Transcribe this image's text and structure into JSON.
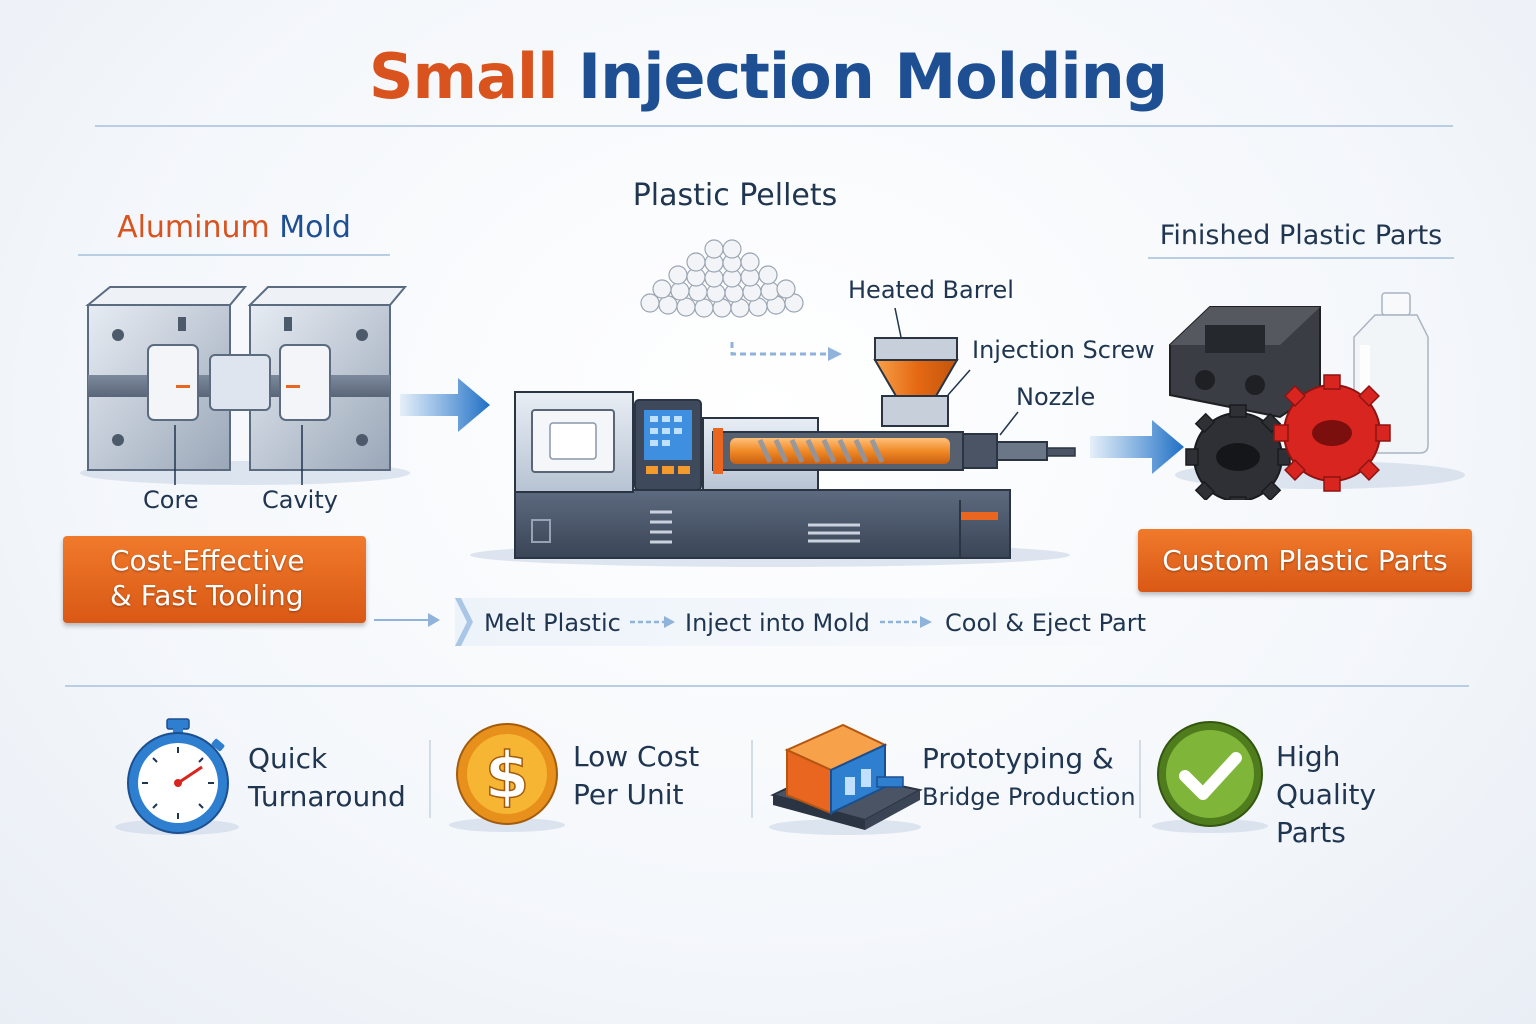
{
  "title": {
    "part1": "Small",
    "part2": "Injection Molding"
  },
  "mold": {
    "heading_part1": "Aluminum",
    "heading_part2": "Mold",
    "core_label": "Core",
    "cavity_label": "Cavity",
    "button_line1": "Cost-Effective",
    "button_line2": "& Fast Tooling"
  },
  "machine": {
    "pellets_label": "Plastic Pellets",
    "heated_barrel_label": "Heated Barrel",
    "injection_screw_label": "Injection Screw",
    "nozzle_label": "Nozzle"
  },
  "parts": {
    "heading": "Finished Plastic Parts",
    "button": "Custom Plastic Parts"
  },
  "process": {
    "steps": [
      "Melt Plastic",
      "Inject into Mold",
      "Cool & Eject Part"
    ]
  },
  "features": [
    {
      "icon": "stopwatch-icon",
      "line1": "Quick",
      "line2": "Turnaround"
    },
    {
      "icon": "dollar-coin-icon",
      "line1": "Low Cost",
      "line2": "Per Unit"
    },
    {
      "icon": "prototype-cube-icon",
      "line1": "Prototyping &",
      "line2": "Bridge Production"
    },
    {
      "icon": "checkmark-badge-icon",
      "line1": "High",
      "line2": "Quality",
      "line3": "Parts"
    }
  ],
  "colors": {
    "accent_orange": "#d9531e",
    "brand_blue": "#1f4f93",
    "arrow_blue": "#2f7fd0",
    "button_orange": "#e8661f"
  }
}
